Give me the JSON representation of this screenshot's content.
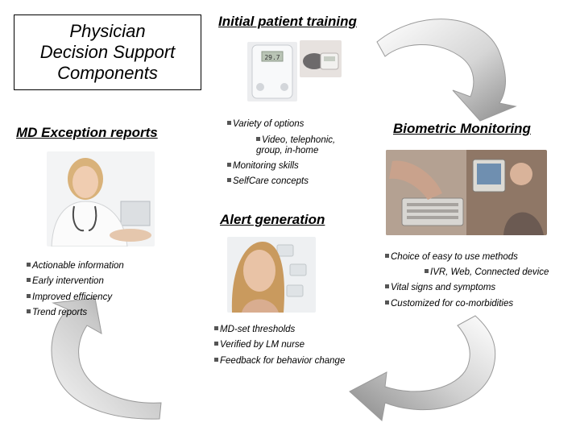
{
  "title": {
    "lines": [
      "Physician",
      "Decision Support",
      "Components"
    ]
  },
  "sections": {
    "training": {
      "heading": "Initial patient training",
      "items": [
        "Variety of options",
        "Video, telephonic,",
        "group, in-home",
        "Monitoring skills",
        "SelfCare concepts"
      ]
    },
    "biometric": {
      "heading": "Biometric Monitoring",
      "items": [
        "Choice of easy to use methods",
        "IVR, Web, Connected device",
        "Vital signs and symptoms",
        "Customized for co-morbidities"
      ]
    },
    "alert": {
      "heading": "Alert generation",
      "items": [
        "MD-set thresholds",
        "Verified by LM nurse",
        "Feedback for behavior change"
      ]
    },
    "md_reports": {
      "heading": "MD Exception reports",
      "items": [
        "Actionable information",
        "Early intervention",
        "Improved efficiency",
        "Trend reports"
      ]
    }
  },
  "device_display": "29.7",
  "icons": {
    "bullet": "square-bullet-icon",
    "cycle_arrows": "curved-arrow-icon"
  },
  "colors": {
    "text": "#000000",
    "arrow_light": "#f4f4f4",
    "arrow_dark": "#9a9a9a",
    "bullet": "#555555"
  }
}
